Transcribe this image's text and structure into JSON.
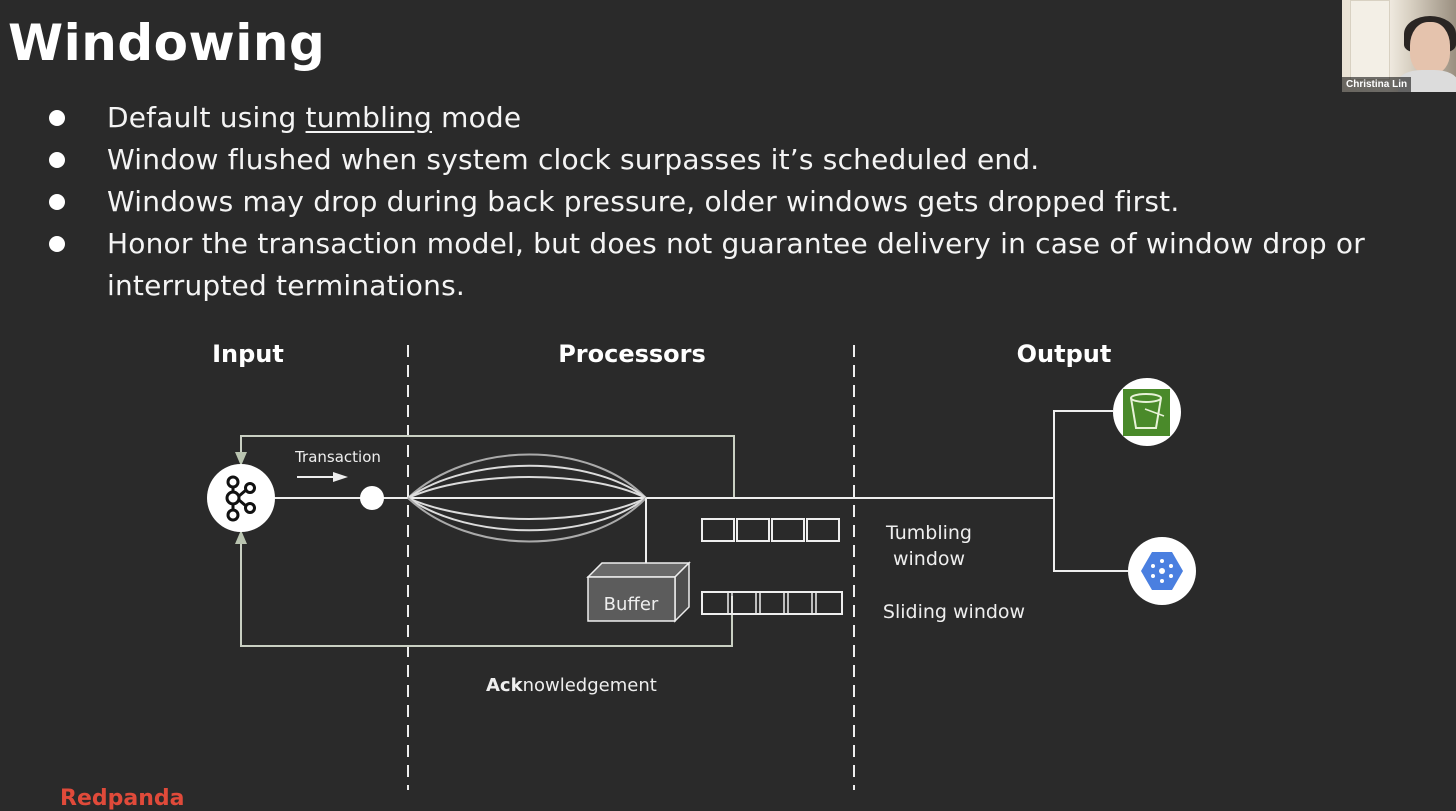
{
  "slide": {
    "title": "Windowing",
    "bullets": [
      {
        "pre": "Default using ",
        "underlined": "tumbling",
        "post": " mode"
      },
      {
        "text": "Window flushed when system clock surpasses it’s scheduled end."
      },
      {
        "text": "Windows may drop during back pressure, older windows gets dropped first."
      },
      {
        "text": "Honor the transaction model, but does not guarantee delivery in case of window drop or interrupted terminations."
      }
    ]
  },
  "diagram": {
    "sections": [
      "Input",
      "Processors",
      "Output"
    ],
    "transaction_label": "Transaction",
    "buffer_label": "Buffer",
    "tumbling_label": "Tumbling window",
    "tumbling_line1": "Tumbling",
    "tumbling_line2": "window",
    "sliding_label": "Sliding window",
    "ack_bold": "Ack",
    "ack_rest": "nowledgement",
    "tumbling_cells": 4,
    "sliding_cells": 5,
    "icons": {
      "input": "kafka-icon",
      "output_top": "s3-bucket-icon",
      "output_bottom": "gcp-pubsub-icon"
    },
    "colors": {
      "s3": "#4a8a2a",
      "gcp": "#4a7fe0",
      "feedback_line": "#b9c4b0"
    }
  },
  "video": {
    "participant_name": "Christina Lin"
  },
  "footer": {
    "brand": "Redpanda"
  }
}
